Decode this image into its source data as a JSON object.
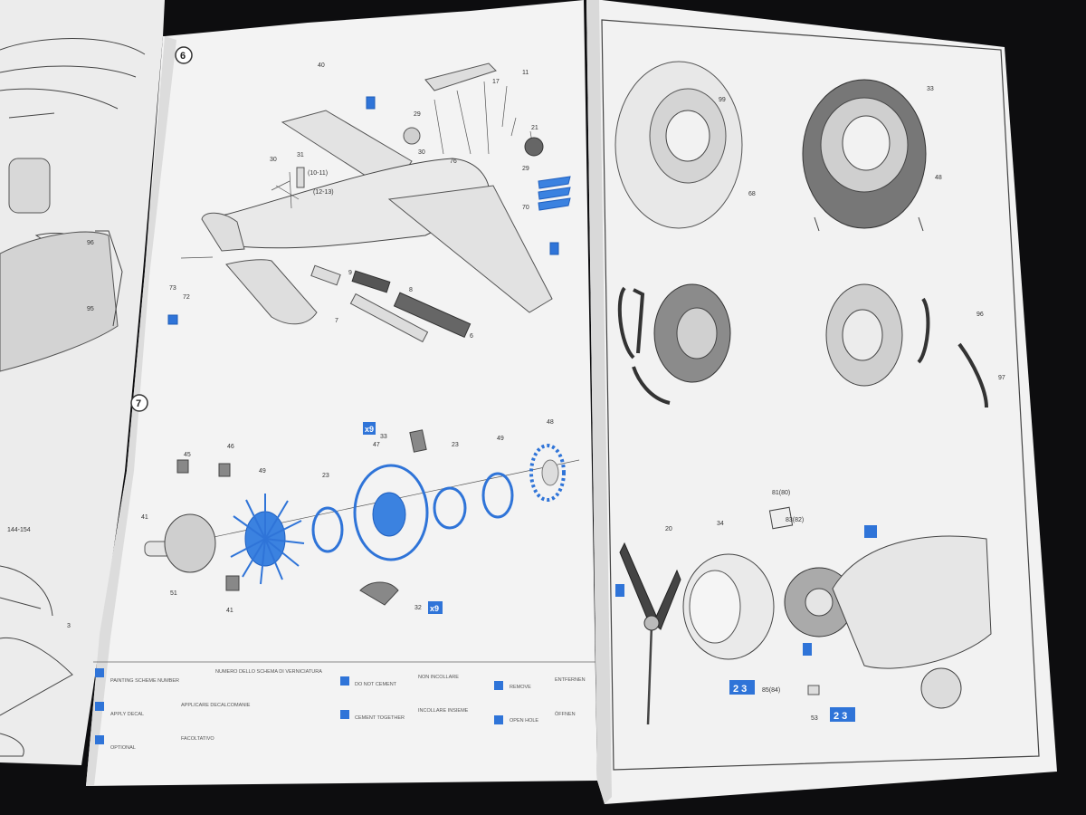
{
  "left_page": {
    "step6": "6",
    "step7": "7",
    "parts6": [
      "40",
      "31",
      "(10-11)",
      "(12-13)",
      "30",
      "29",
      "30",
      "17",
      "11",
      "21",
      "76",
      "29",
      "70",
      "9",
      "8",
      "7",
      "6",
      "73",
      "72"
    ],
    "parts7": [
      "45",
      "46",
      "49",
      "23",
      "47",
      "33",
      "23",
      "49",
      "48",
      "41",
      "51",
      "41",
      "32"
    ],
    "x9a": "x9",
    "x9b": "x9",
    "legend": {
      "col1": [
        "PAINTING SCHEME NUMBER",
        "APPLY DECAL",
        "OPTIONAL"
      ],
      "col2": [
        "NUMERO DELLO SCHEMA DI VERNICIATURA",
        "APPLICARE DECALCOMANIE",
        "FACOLTATIVO"
      ],
      "col3": [
        "DO NOT CEMENT",
        "CEMENT TOGETHER"
      ],
      "col4": [
        "NON INCOLLARE",
        "INCOLLARE INSIEME"
      ],
      "col5": [
        "REMOVE",
        "OPEN HOLE"
      ],
      "col6": [
        "ENTFERNEN",
        "ÖFFNEN"
      ]
    }
  },
  "far_left": {
    "range": "144-154",
    "parts": [
      "95",
      "3"
    ]
  },
  "right_page": {
    "parts": [
      "99",
      "68",
      "33",
      "48",
      "96",
      "97",
      "81(80)",
      "83(82)",
      "20",
      "34",
      "85(84)",
      "53"
    ],
    "decal_a": "2 3",
    "decal_b": "2 3"
  }
}
